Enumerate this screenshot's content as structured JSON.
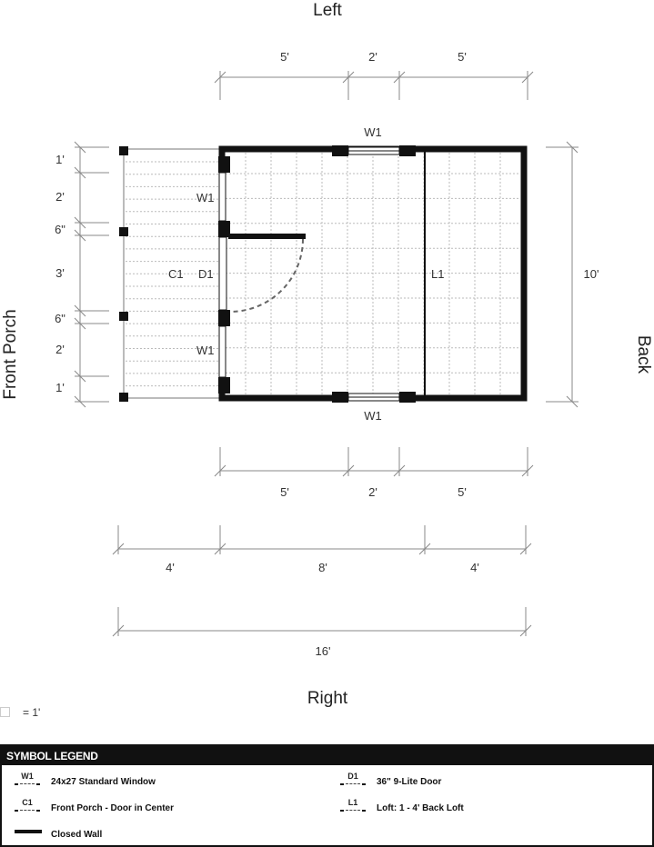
{
  "sides": {
    "top": "Left",
    "bottom": "Right",
    "left": "Front Porch",
    "right": "Back"
  },
  "dimensions": {
    "top_segments": [
      "5'",
      "2'",
      "5'"
    ],
    "bottom_segments": [
      "5'",
      "2'",
      "5'"
    ],
    "left_segments": [
      "1'",
      "2'",
      "6\"",
      "3'",
      "6\"",
      "2'",
      "1'"
    ],
    "depth": "10'",
    "sections": [
      "4'",
      "8'",
      "4'"
    ],
    "overall": "16'"
  },
  "plan_labels": {
    "w1_top": "W1",
    "w1_bottom": "W1",
    "w1_upper_left": "W1",
    "w1_lower_left": "W1",
    "c1": "C1",
    "d1": "D1",
    "l1": "L1"
  },
  "scale": {
    "text": "= 1'"
  },
  "legend": {
    "title": "SYMBOL LEGEND",
    "items": [
      {
        "code": "W1",
        "label": "24x27 Standard Window"
      },
      {
        "code": "D1",
        "label": "36\" 9-Lite Door"
      },
      {
        "code": "C1",
        "label": "Front Porch - Door in Center"
      },
      {
        "code": "L1",
        "label": "Loft: 1 - 4' Back Loft"
      },
      {
        "code": "",
        "label": "Closed Wall"
      }
    ]
  }
}
